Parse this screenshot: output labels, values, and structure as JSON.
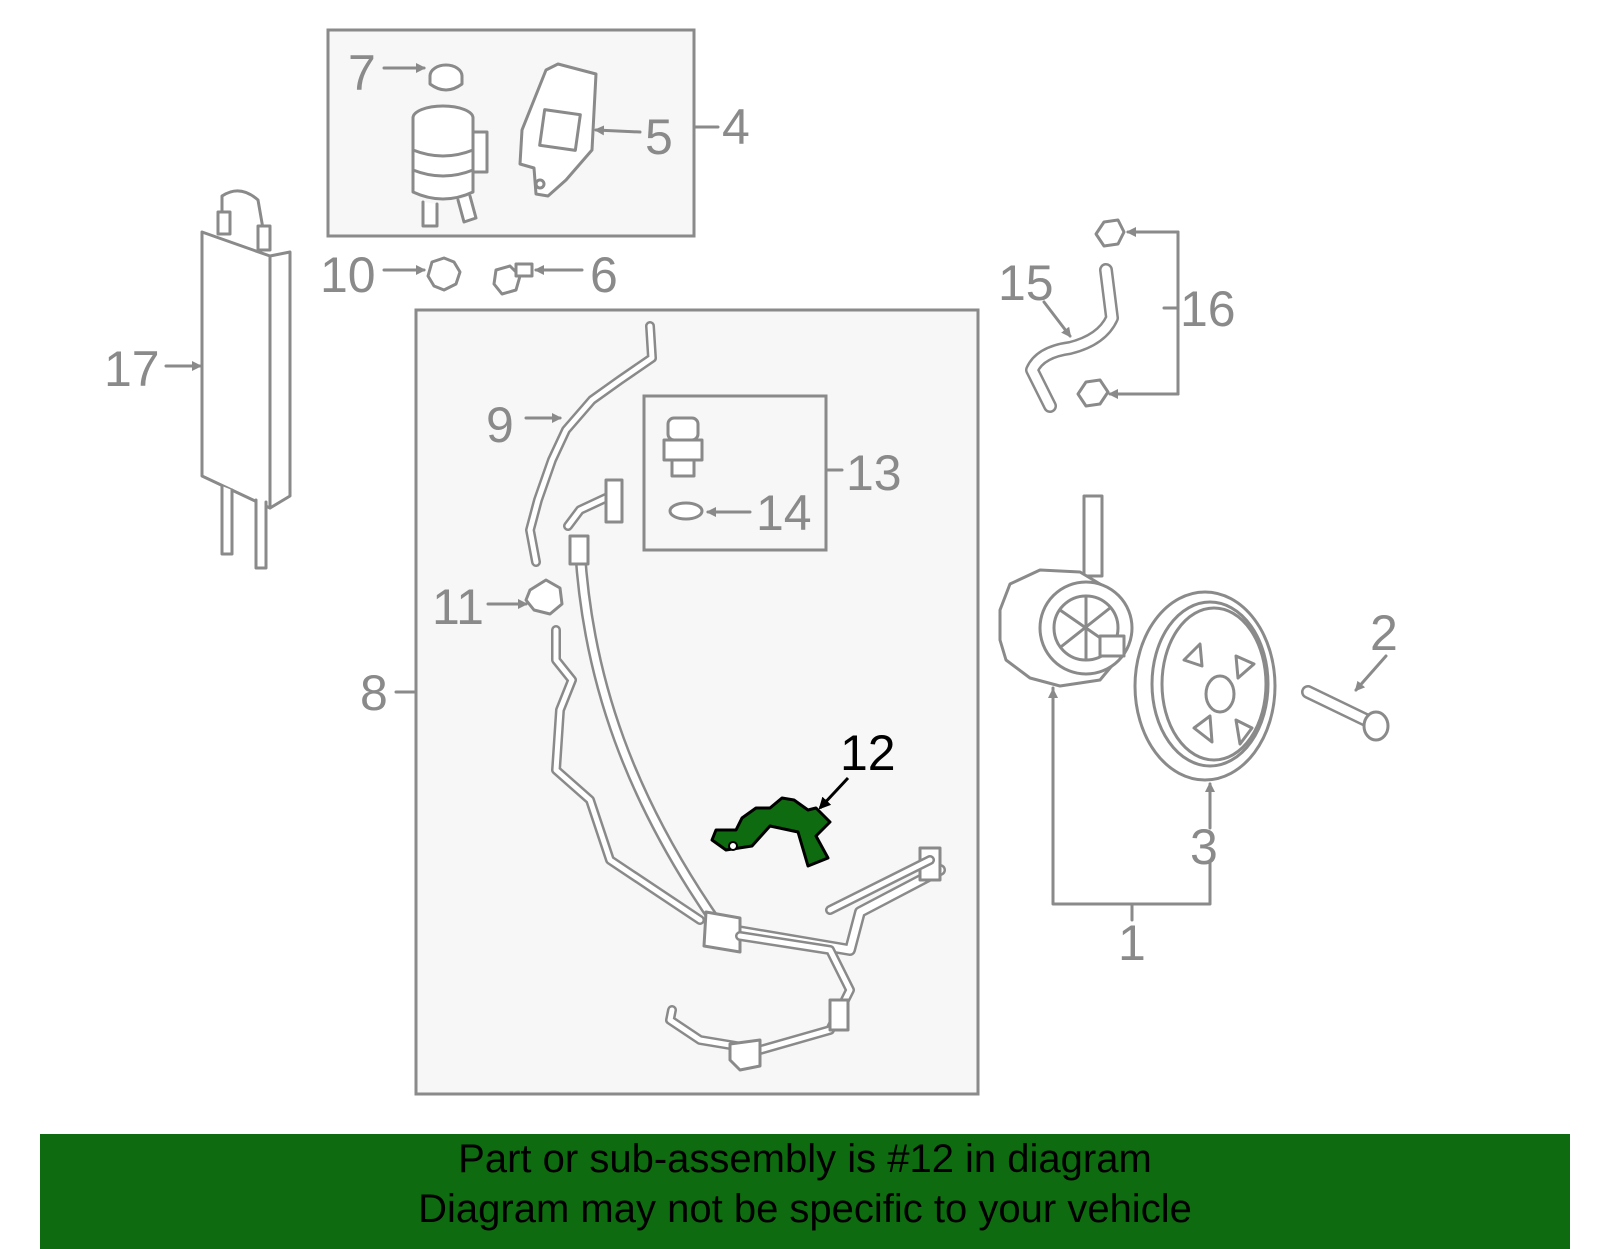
{
  "diagram": {
    "highlight_color": "#0f6b0f",
    "callouts": [
      "1",
      "2",
      "3",
      "4",
      "5",
      "6",
      "7",
      "8",
      "9",
      "10",
      "11",
      "12",
      "13",
      "14",
      "15",
      "16",
      "17"
    ],
    "highlighted_callout": "12"
  },
  "banner": {
    "line1": "Part or sub-assembly is #12 in diagram",
    "line2": "Diagram may not be specific to your vehicle",
    "background": "#0f6b0f"
  }
}
